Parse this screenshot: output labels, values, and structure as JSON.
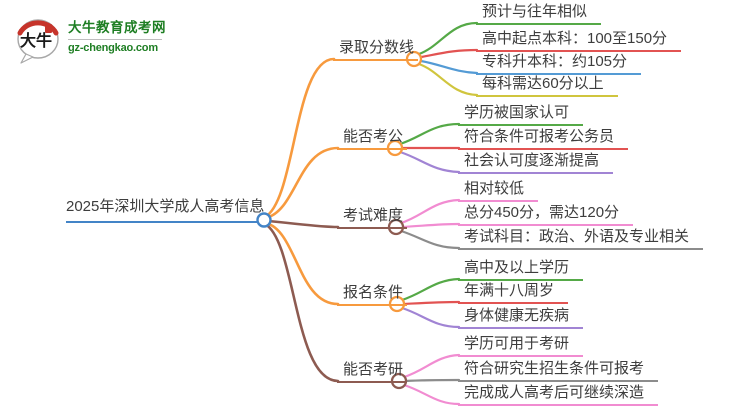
{
  "logo": {
    "mark_text": "大牛",
    "title": "大牛教育成考网",
    "domain": "gz-chengkao.com",
    "brand_color": "#1E7E23",
    "seal_color": "#C6342B"
  },
  "center": {
    "label": "2025年深圳大学成人高考信息",
    "color": "#4384C7"
  },
  "branches": [
    {
      "label": "录取分数线",
      "color": "#F79A3E",
      "children": [
        {
          "text": "预计与往年相似",
          "color": "#55A947"
        },
        {
          "text": "高中起点本科：100至150分",
          "color": "#E25352"
        },
        {
          "text": "专科升本科：约105分",
          "color": "#549BD5"
        },
        {
          "text": "每科需达60分以上",
          "color": "#D0C53E"
        }
      ]
    },
    {
      "label": "能否考公",
      "color": "#F79A3E",
      "children": [
        {
          "text": "学历被国家认可",
          "color": "#55A947"
        },
        {
          "text": "符合条件可报考公务员",
          "color": "#E25352"
        },
        {
          "text": "社会认可度逐渐提高",
          "color": "#A184D4"
        }
      ]
    },
    {
      "label": "考试难度",
      "color": "#8D5B51",
      "children": [
        {
          "text": "相对较低",
          "color": "#F18CD1"
        },
        {
          "text": "总分450分，需达120分",
          "color": "#F18CD1"
        },
        {
          "text": "考试科目：政治、外语及专业相关",
          "color": "#8C8C8C"
        }
      ]
    },
    {
      "label": "报名条件",
      "color": "#F79A3E",
      "children": [
        {
          "text": "高中及以上学历",
          "color": "#55A947"
        },
        {
          "text": "年满十八周岁",
          "color": "#E25352"
        },
        {
          "text": "身体健康无疾病",
          "color": "#A184D4"
        }
      ]
    },
    {
      "label": "能否考研",
      "color": "#8D5B51",
      "children": [
        {
          "text": "学历可用于考研",
          "color": "#F18CD1"
        },
        {
          "text": "符合研究生招生条件可报考",
          "color": "#8C8C8C"
        },
        {
          "text": "完成成人高考后可继续深造",
          "color": "#F18CD1"
        }
      ]
    }
  ],
  "text_color": "#3D3D3D"
}
